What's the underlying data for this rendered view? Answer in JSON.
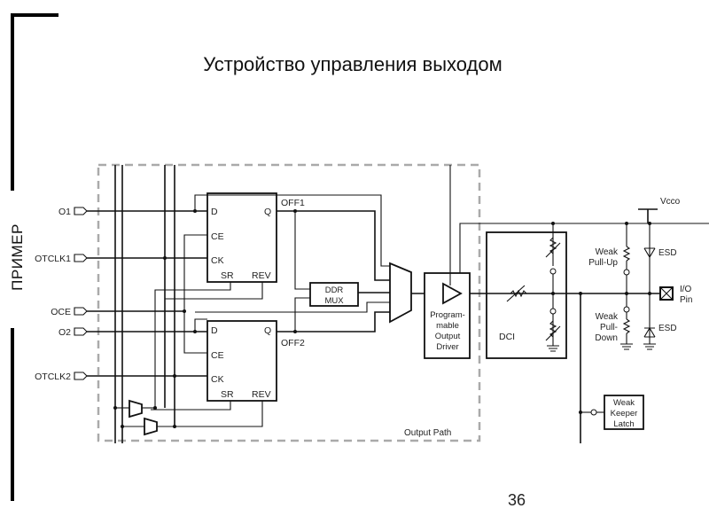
{
  "slide": {
    "title": "Устройство управления выходом",
    "side_label": "ПРИМЕР",
    "page_number": "36"
  },
  "diagram": {
    "inputs": [
      "O1",
      "OTCLK1",
      "OCE",
      "O2",
      "OTCLK2"
    ],
    "flipflop_pins": {
      "d": "D",
      "q": "Q",
      "ce": "CE",
      "ck": "CK",
      "sr": "SR",
      "rev": "REV"
    },
    "flipflop_outputs": [
      "OFF1",
      "OFF2"
    ],
    "ddr_mux": [
      "DDR",
      "MUX"
    ],
    "output_driver": [
      "Program-",
      "mable",
      "Output",
      "Driver"
    ],
    "output_path_label": "Output Path",
    "dci_label": "DCI",
    "vcco_label": "Vcco",
    "weak_pull_up": [
      "Weak",
      "Pull-Up"
    ],
    "weak_pull_down": [
      "Weak",
      "Pull-",
      "Down"
    ],
    "esd_label": "ESD",
    "io_pin": [
      "I/O",
      "Pin"
    ],
    "weak_keeper_latch": [
      "Weak",
      "Keeper",
      "Latch"
    ]
  }
}
